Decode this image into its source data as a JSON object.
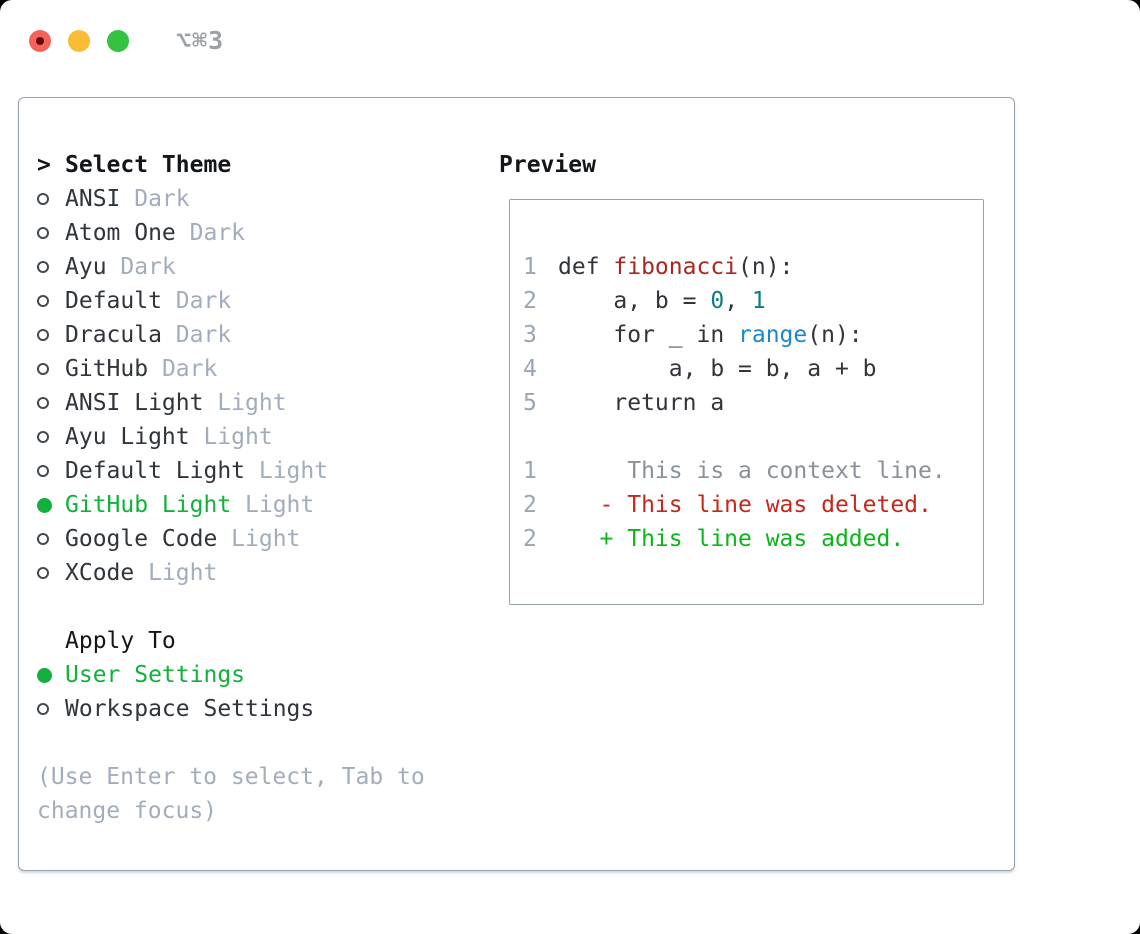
{
  "colors": {
    "tl-red": "#f4625b",
    "tl-red-dot": "#640b07",
    "tl-yellow": "#f8bd34",
    "tl-green": "#34c340",
    "title-gray": "#9aa1a9",
    "border-gray": "#9aa3ad",
    "heading": "#121519",
    "text-dark": "#2f353b",
    "muted-gray": "#a2adbb",
    "radio-ring": "#434a52",
    "accent-green": "#12b03c",
    "ln-gray": "#9aa5b3",
    "func-red": "#a8281f",
    "num-teal": "#0d7d80",
    "call-blue": "#1a87c9",
    "ctx-gray": "#8a9199",
    "del-red": "#c5271b",
    "add-green": "#0ab519"
  },
  "titlebar": {
    "shortcut": "⌥⌘3",
    "traffic_lights": [
      "close",
      "minimize",
      "zoom"
    ]
  },
  "theme_picker": {
    "prompt": ">",
    "header": "Select Theme",
    "themes": [
      {
        "name": "ANSI",
        "variant": "Dark",
        "selected": false
      },
      {
        "name": "Atom One",
        "variant": "Dark",
        "selected": false
      },
      {
        "name": "Ayu",
        "variant": "Dark",
        "selected": false
      },
      {
        "name": "Default",
        "variant": "Dark",
        "selected": false
      },
      {
        "name": "Dracula",
        "variant": "Dark",
        "selected": false
      },
      {
        "name": "GitHub",
        "variant": "Dark",
        "selected": false
      },
      {
        "name": "ANSI Light",
        "variant": "Light",
        "selected": false
      },
      {
        "name": "Ayu Light",
        "variant": "Light",
        "selected": false
      },
      {
        "name": "Default Light",
        "variant": "Light",
        "selected": false
      },
      {
        "name": "GitHub Light",
        "variant": "Light",
        "selected": true
      },
      {
        "name": "Google Code",
        "variant": "Light",
        "selected": false
      },
      {
        "name": "XCode",
        "variant": "Light",
        "selected": false
      }
    ],
    "apply_to": {
      "header": "Apply To",
      "options": [
        {
          "label": "User Settings",
          "selected": true
        },
        {
          "label": "Workspace Settings",
          "selected": false
        }
      ]
    },
    "hint_lines": [
      "(Use Enter to select, Tab to",
      "change focus)"
    ]
  },
  "preview": {
    "header": "Preview",
    "lines": [
      {
        "num": "1",
        "segments": [
          {
            "t": "def ",
            "c": "text"
          },
          {
            "t": "fibonacci",
            "c": "func"
          },
          {
            "t": "(n):",
            "c": "text"
          }
        ]
      },
      {
        "num": "2",
        "segments": [
          {
            "t": "    a, b = ",
            "c": "text"
          },
          {
            "t": "0",
            "c": "num"
          },
          {
            "t": ", ",
            "c": "text"
          },
          {
            "t": "1",
            "c": "num"
          }
        ]
      },
      {
        "num": "3",
        "segments": [
          {
            "t": "    for _ in ",
            "c": "text"
          },
          {
            "t": "range",
            "c": "call"
          },
          {
            "t": "(n):",
            "c": "text"
          }
        ]
      },
      {
        "num": "4",
        "segments": [
          {
            "t": "        a, b = b, a + b",
            "c": "text"
          }
        ]
      },
      {
        "num": "5",
        "segments": [
          {
            "t": "    return a",
            "c": "text"
          }
        ]
      },
      {
        "num": "",
        "segments": []
      },
      {
        "num": "1",
        "segments": [
          {
            "t": "     This is a context line.",
            "c": "ctx"
          }
        ]
      },
      {
        "num": "2",
        "segments": [
          {
            "t": "   - This line was deleted.",
            "c": "del"
          }
        ]
      },
      {
        "num": "2",
        "segments": [
          {
            "t": "   + This line was added.",
            "c": "add"
          }
        ]
      }
    ]
  }
}
